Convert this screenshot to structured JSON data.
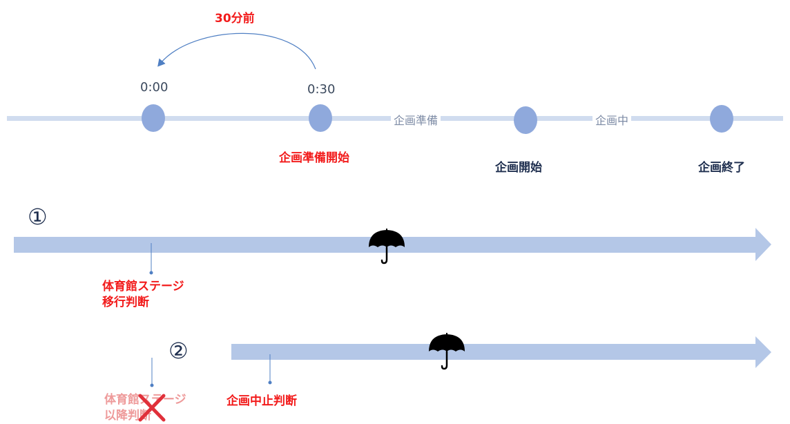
{
  "top": {
    "offset_label": "30分前",
    "times": [
      "0:00",
      "0:30"
    ],
    "phases": [
      "企画準備",
      "企画中"
    ],
    "events": [
      "企画準備開始",
      "企画開始",
      "企画終了"
    ]
  },
  "scenario1": {
    "marker": "①",
    "decision": [
      "体育館ステージ",
      "移行判断"
    ]
  },
  "scenario2": {
    "marker": "②",
    "rejected_decision": [
      "体育館ステージ",
      "以降判断"
    ],
    "decision": "企画中止判断"
  },
  "colors": {
    "timeline": "#d0dcef",
    "node": "#8fa9dc",
    "arrow": "#b4c7e7",
    "accent_red": "#f21b1b",
    "cross": "#e0303a",
    "curve": "#4f7fc3"
  },
  "icons": [
    "umbrella-icon",
    "cross-icon",
    "curved-arrow-icon"
  ]
}
